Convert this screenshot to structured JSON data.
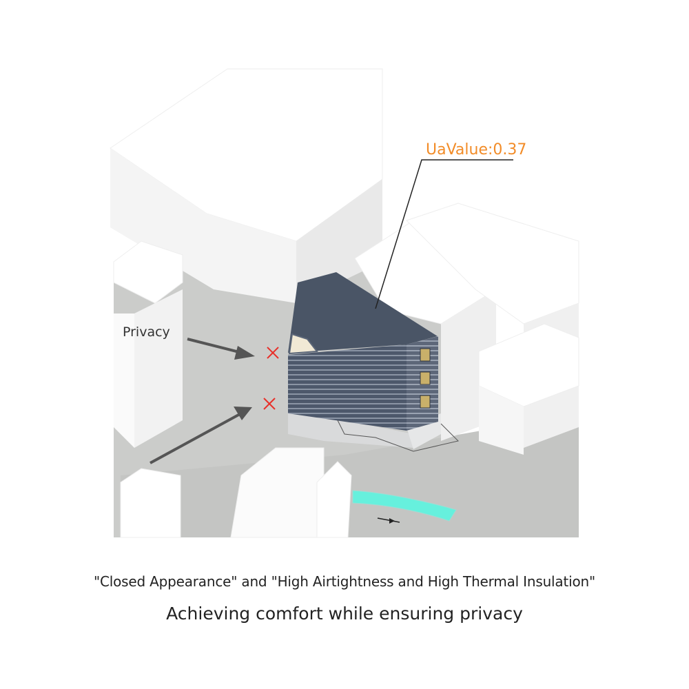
{
  "annotations": {
    "ua_value": "UaValue:0.37",
    "privacy": "Privacy"
  },
  "caption": {
    "line1": "\"Closed Appearance\" and \"High Airtightness and High Thermal Insulation\"",
    "line2": "Achieving comfort while ensuring privacy"
  },
  "colors": {
    "ua_value_label": "#f28c28",
    "privacy_mark": "#e8302a",
    "building_roof": "#4a5566",
    "building_facade": "#5b6678",
    "ground": "#c9cac8",
    "water": "#66f0dd",
    "neighbor_buildings": "#ffffff"
  }
}
